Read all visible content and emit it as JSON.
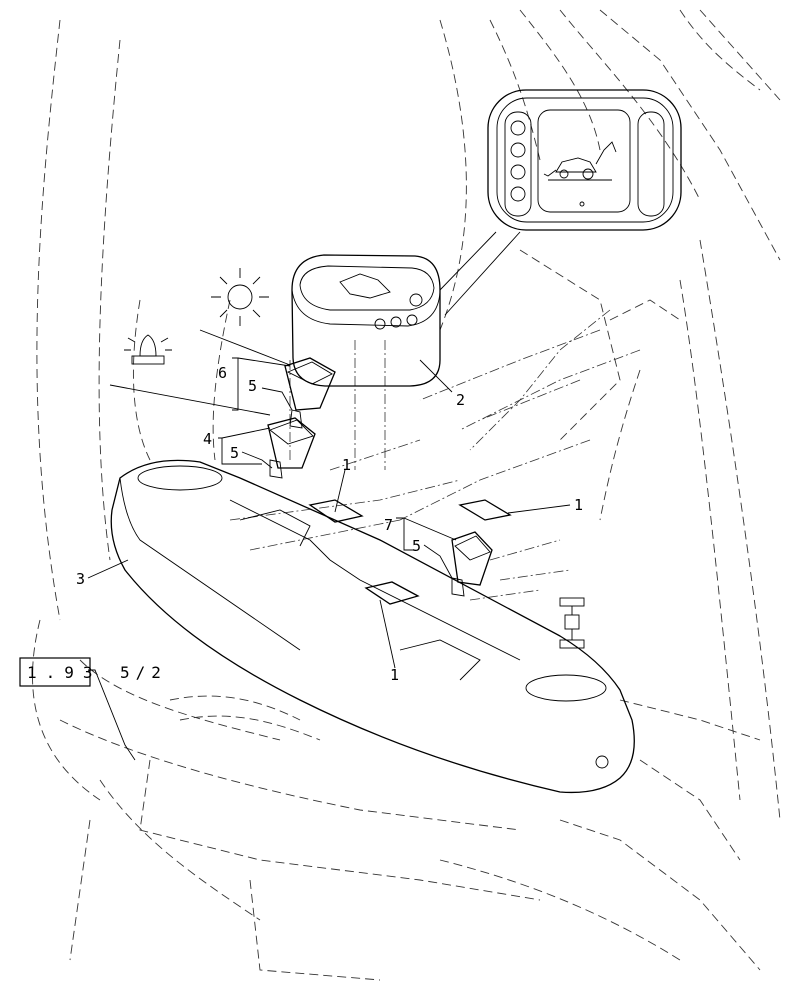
{
  "callouts": {
    "c1a": "1",
    "c1b": "1",
    "c1c": "1",
    "c2": "2",
    "c3": "3",
    "c4": "4",
    "c5a": "5",
    "c5b": "5",
    "c5c": "5",
    "c6": "6",
    "c7": "7"
  },
  "reference": {
    "box_text": "1.93",
    "suffix": "5/2"
  },
  "icons": [
    "beacon-light-icon",
    "work-light-icon",
    "four-wheel-steer-icon",
    "backhoe-display-icon"
  ]
}
